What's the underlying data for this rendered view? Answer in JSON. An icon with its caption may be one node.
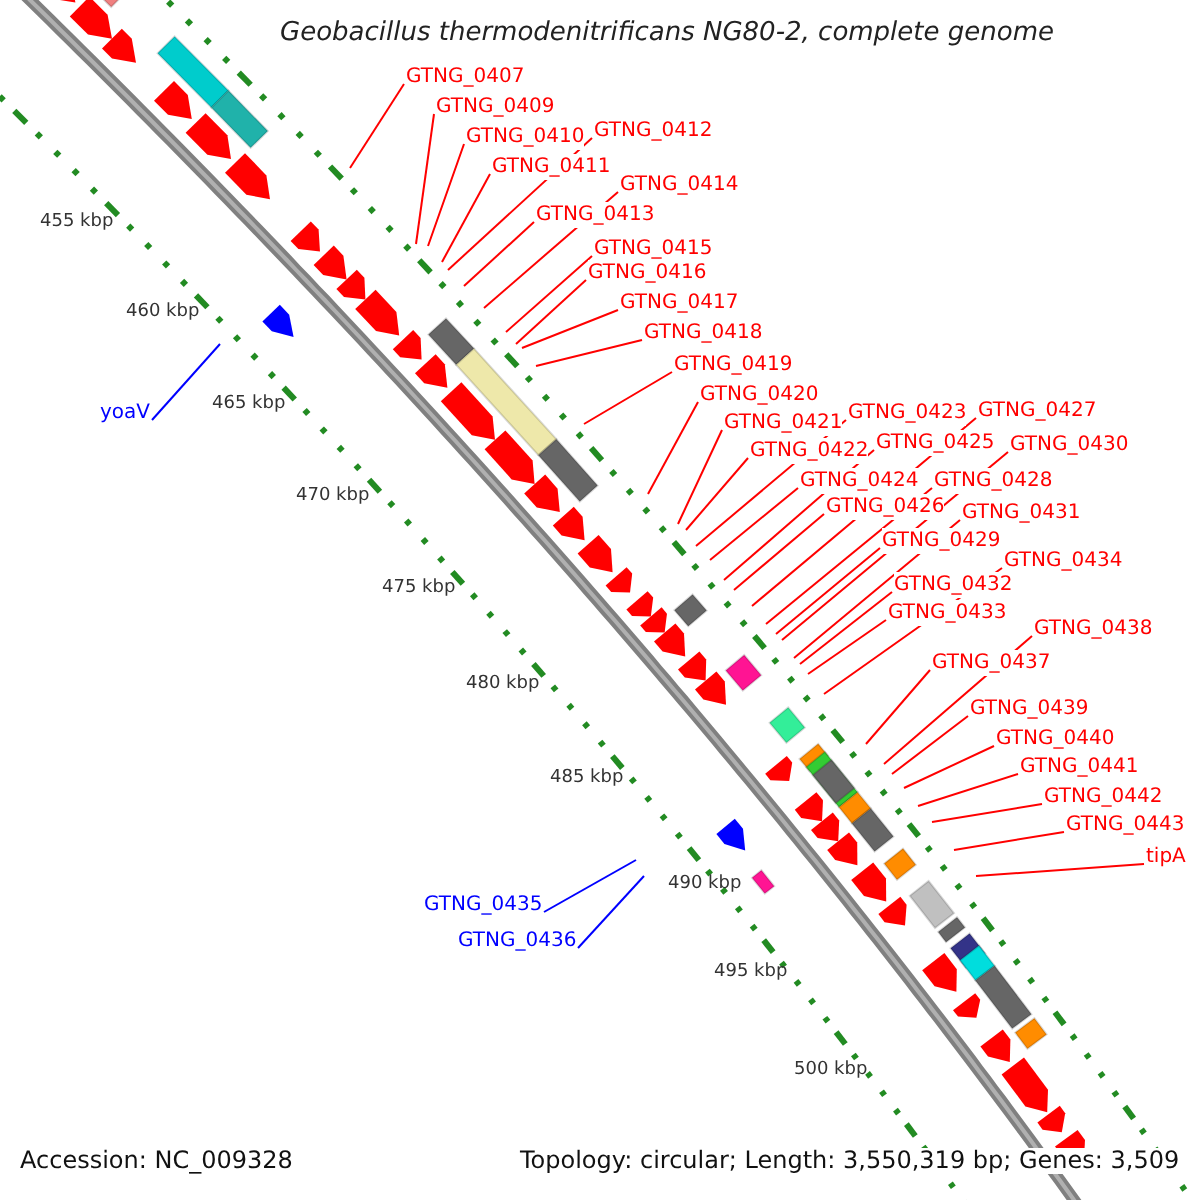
{
  "diagram": {
    "title": "Geobacillus thermodenitrificans NG80-2, complete genome",
    "nodes": [
      {
        "text": [
          "GTNG_0407"
        ]
      },
      {
        "text": [
          "GTNG_0409"
        ]
      },
      {
        "text": [
          "GTNG_0410"
        ]
      },
      {
        "text": [
          "GTNG_0411"
        ]
      },
      {
        "text": [
          "GTNG_0412"
        ]
      },
      {
        "text": [
          "GTNG_0413"
        ]
      },
      {
        "text": [
          "GTNG_0414"
        ]
      },
      {
        "text": [
          "GTNG_0415"
        ]
      },
      {
        "text": [
          "GTNG_0416"
        ]
      },
      {
        "text": [
          "GTNG_0417"
        ]
      },
      {
        "text": [
          "GTNG_0418"
        ]
      },
      {
        "text": [
          "GTNG_0419"
        ]
      },
      {
        "text": [
          "GTNG_0420"
        ]
      },
      {
        "text": [
          "GTNG_0421"
        ]
      },
      {
        "text": [
          "GTNG_0422"
        ]
      },
      {
        "text": [
          "GTNG_0423"
        ]
      },
      {
        "text": [
          "GTNG_0424"
        ]
      },
      {
        "text": [
          "GTNG_0425"
        ]
      },
      {
        "text": [
          "GTNG_0426"
        ]
      },
      {
        "text": [
          "GTNG_0427"
        ]
      },
      {
        "text": [
          "GTNG_0428"
        ]
      },
      {
        "text": [
          "GTNG_0429"
        ]
      },
      {
        "text": [
          "GTNG_0430"
        ]
      },
      {
        "text": [
          "GTNG_0431"
        ]
      },
      {
        "text": [
          "GTNG_0432"
        ]
      },
      {
        "text": [
          "GTNG_0433"
        ]
      },
      {
        "text": [
          "GTNG_0434"
        ]
      },
      {
        "text": [
          "GTNG_0437"
        ]
      },
      {
        "text": [
          "GTNG_0438"
        ]
      },
      {
        "text": [
          "GTNG_0439"
        ]
      },
      {
        "text": [
          "GTNG_0440"
        ]
      },
      {
        "text": [
          "GTNG_0441"
        ]
      },
      {
        "text": [
          "GTNG_0442"
        ]
      },
      {
        "text": [
          "GTNG_0443"
        ]
      },
      {
        "text": [
          "tipA"
        ]
      },
      {
        "text": [
          "yoaV"
        ]
      },
      {
        "text": [
          "GTNG_0435"
        ]
      },
      {
        "text": [
          "GTNG_0436"
        ]
      }
    ],
    "edges": [
      {
        "from": 0,
        "to": null,
        "arrow": "none"
      },
      {
        "from": 1,
        "to": null,
        "arrow": "none"
      },
      {
        "from": 2,
        "to": null,
        "arrow": "none"
      },
      {
        "from": 3,
        "to": null,
        "arrow": "none"
      },
      {
        "from": 4,
        "to": null,
        "arrow": "none"
      },
      {
        "from": 5,
        "to": null,
        "arrow": "none"
      },
      {
        "from": 6,
        "to": null,
        "arrow": "none"
      },
      {
        "from": 7,
        "to": null,
        "arrow": "none"
      },
      {
        "from": 8,
        "to": null,
        "arrow": "none"
      },
      {
        "from": 9,
        "to": null,
        "arrow": "none"
      },
      {
        "from": 10,
        "to": null,
        "arrow": "none"
      },
      {
        "from": 11,
        "to": null,
        "arrow": "none"
      },
      {
        "from": 12,
        "to": null,
        "arrow": "none"
      },
      {
        "from": 13,
        "to": null,
        "arrow": "none"
      },
      {
        "from": 14,
        "to": null,
        "arrow": "none"
      },
      {
        "from": 15,
        "to": null,
        "arrow": "none"
      },
      {
        "from": 16,
        "to": null,
        "arrow": "none"
      },
      {
        "from": 17,
        "to": null,
        "arrow": "none"
      },
      {
        "from": 18,
        "to": null,
        "arrow": "none"
      },
      {
        "from": 19,
        "to": null,
        "arrow": "none"
      },
      {
        "from": 20,
        "to": null,
        "arrow": "none"
      },
      {
        "from": 21,
        "to": null,
        "arrow": "none"
      },
      {
        "from": 22,
        "to": null,
        "arrow": "none"
      },
      {
        "from": 23,
        "to": null,
        "arrow": "none"
      },
      {
        "from": 24,
        "to": null,
        "arrow": "none"
      },
      {
        "from": 25,
        "to": null,
        "arrow": "none"
      },
      {
        "from": 26,
        "to": null,
        "arrow": "none"
      },
      {
        "from": 27,
        "to": null,
        "arrow": "none"
      },
      {
        "from": 28,
        "to": null,
        "arrow": "none"
      },
      {
        "from": 29,
        "to": null,
        "arrow": "none"
      },
      {
        "from": 30,
        "to": null,
        "arrow": "none"
      },
      {
        "from": 31,
        "to": null,
        "arrow": "none"
      },
      {
        "from": 32,
        "to": null,
        "arrow": "none"
      },
      {
        "from": 33,
        "to": null,
        "arrow": "none"
      },
      {
        "from": 34,
        "to": null,
        "arrow": "none"
      },
      {
        "from": 35,
        "to": null,
        "arrow": "none",
        "color": "#0000ff"
      },
      {
        "from": 36,
        "to": null,
        "arrow": "none",
        "color": "#0000ff"
      },
      {
        "from": 37,
        "to": null,
        "arrow": "none",
        "color": "#0000ff"
      }
    ],
    "labels": [
      "455 kbp",
      "460 kbp",
      "465 kbp",
      "470 kbp",
      "475 kbp",
      "480 kbp",
      "485 kbp",
      "490 kbp",
      "495 kbp",
      "500 kbp",
      "Accession: NC_009328",
      "Topology: circular; Length: 3,550,319 bp; Genes: 3,509"
    ]
  }
}
